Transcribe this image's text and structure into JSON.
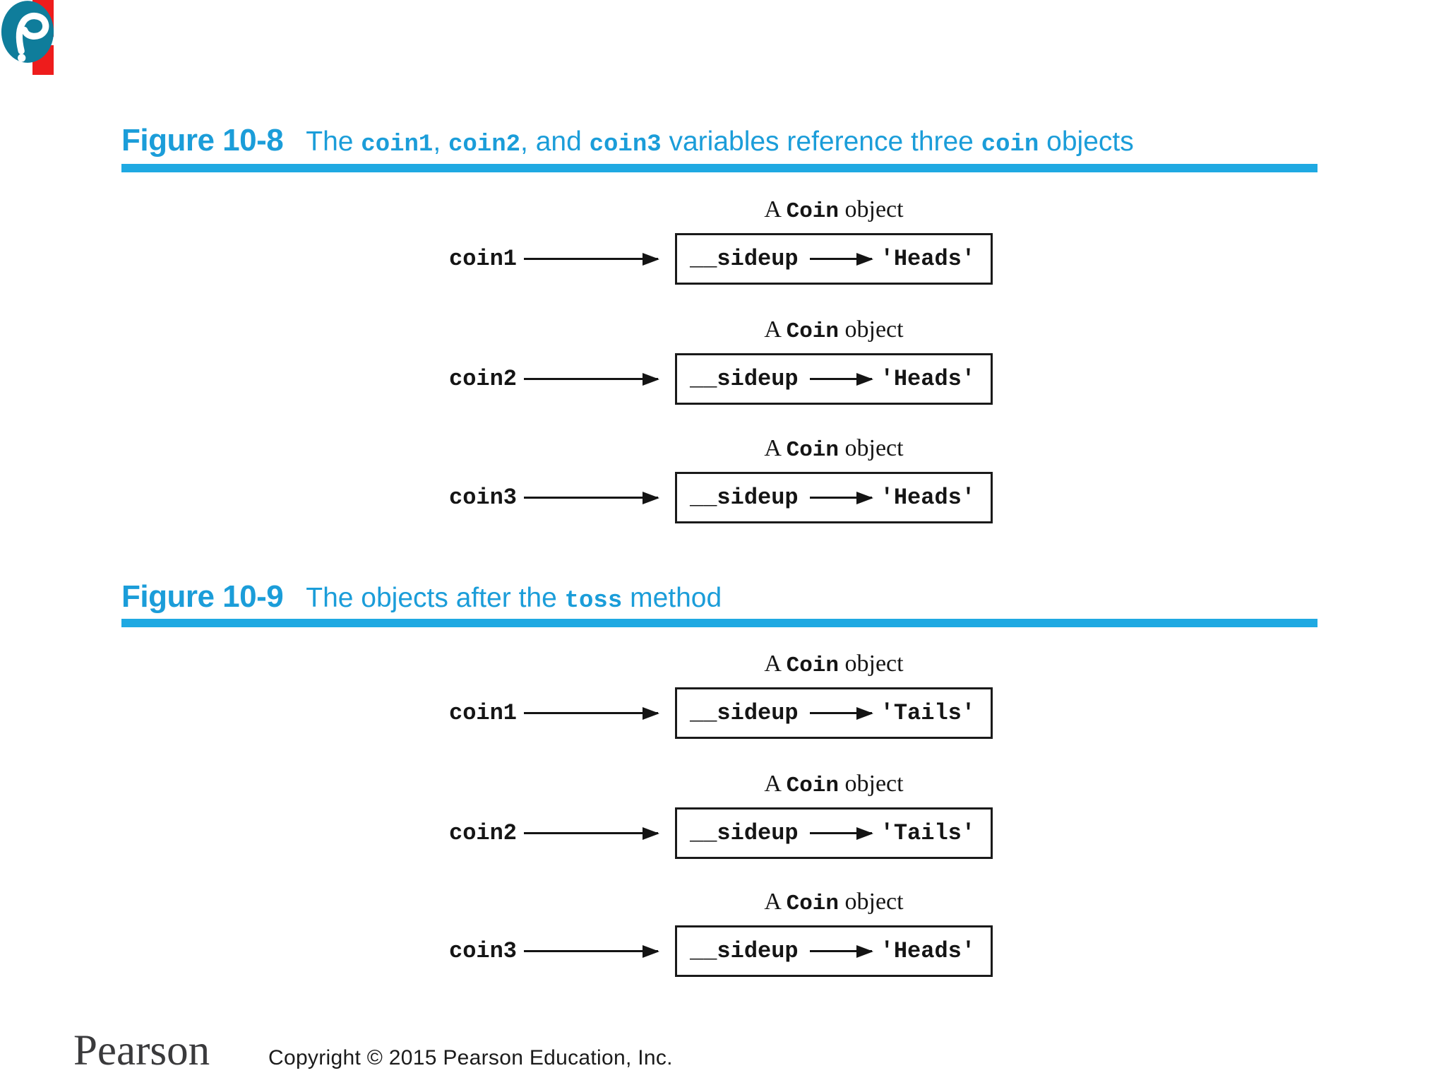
{
  "colors": {
    "accent_cyan": "#1b9dd9",
    "rule_cyan": "#1fa9e2",
    "red_mark": "#ee1c1c",
    "logo_teal": "#0f7d9b",
    "wordmark_gray": "#3a3a3c",
    "diagram_black": "#151515"
  },
  "figures": [
    {
      "label": "Figure 10-8",
      "caption_segments": [
        {
          "text": "The ",
          "code": false
        },
        {
          "text": "coin1",
          "code": true
        },
        {
          "text": ", ",
          "code": false
        },
        {
          "text": "coin2",
          "code": true
        },
        {
          "text": ", and ",
          "code": false
        },
        {
          "text": "coin3",
          "code": true
        },
        {
          "text": " variables reference three ",
          "code": false
        },
        {
          "text": "coin",
          "code": true
        },
        {
          "text": " objects",
          "code": false
        }
      ],
      "rows": [
        {
          "variable": "coin1",
          "object_label_prefix": "A ",
          "object_label_code": "Coin",
          "object_label_suffix": " object",
          "attribute": "__sideup",
          "value": "'Heads'"
        },
        {
          "variable": "coin2",
          "object_label_prefix": "A ",
          "object_label_code": "Coin",
          "object_label_suffix": " object",
          "attribute": "__sideup",
          "value": "'Heads'"
        },
        {
          "variable": "coin3",
          "object_label_prefix": "A ",
          "object_label_code": "Coin",
          "object_label_suffix": " object",
          "attribute": "__sideup",
          "value": "'Heads'"
        }
      ]
    },
    {
      "label": "Figure 10-9",
      "caption_segments": [
        {
          "text": "The objects after the ",
          "code": false
        },
        {
          "text": "toss",
          "code": true
        },
        {
          "text": " method",
          "code": false
        }
      ],
      "rows": [
        {
          "variable": "coin1",
          "object_label_prefix": "A ",
          "object_label_code": "Coin",
          "object_label_suffix": " object",
          "attribute": "__sideup",
          "value": "'Tails'"
        },
        {
          "variable": "coin2",
          "object_label_prefix": "A ",
          "object_label_code": "Coin",
          "object_label_suffix": " object",
          "attribute": "__sideup",
          "value": "'Tails'"
        },
        {
          "variable": "coin3",
          "object_label_prefix": "A ",
          "object_label_code": "Coin",
          "object_label_suffix": " object",
          "attribute": "__sideup",
          "value": "'Heads'"
        }
      ]
    }
  ],
  "footer": {
    "brand": "Pearson",
    "copyright": "Copyright © 2015 Pearson Education, Inc."
  }
}
